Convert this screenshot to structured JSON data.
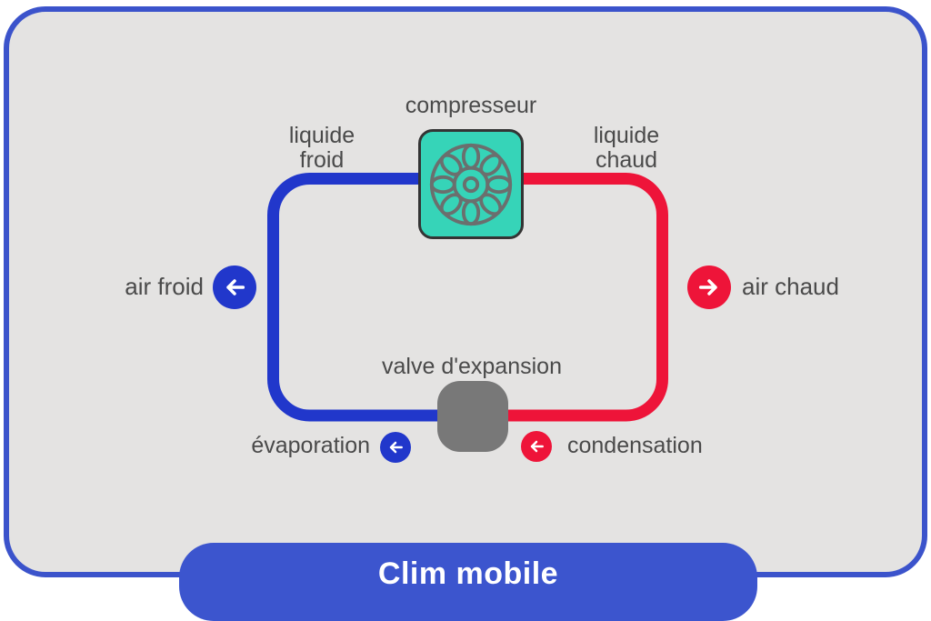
{
  "banner": {
    "title": "Clim mobile"
  },
  "labels": {
    "compressor": "compresseur",
    "liquid_cold_1": "liquide",
    "liquid_cold_2": "froid",
    "liquid_hot_1": "liquide",
    "liquid_hot_2": "chaud",
    "air_cold": "air froid",
    "air_hot": "air chaud",
    "valve": "valve d'expansion",
    "evaporation": "évaporation",
    "condensation": "condensation"
  },
  "icons": {
    "fan": "fan-icon",
    "arrow_left": "arrow-left-icon",
    "arrow_right": "arrow-right-icon"
  },
  "colors": {
    "board-bg": "#e4e3e2",
    "board-border": "#3b53cb",
    "pipe-cold": "#2137cb",
    "pipe-hot": "#ee1439",
    "compressor-fill": "#36d4b8",
    "compressor-border": "#343434",
    "fan-stroke": "#6b6f6e",
    "valve-fill": "#787878",
    "banner-bg": "#3c55ce",
    "banner-text": "#ffffff",
    "label-text": "#4a4a4a",
    "arrow": "#ffffff"
  }
}
